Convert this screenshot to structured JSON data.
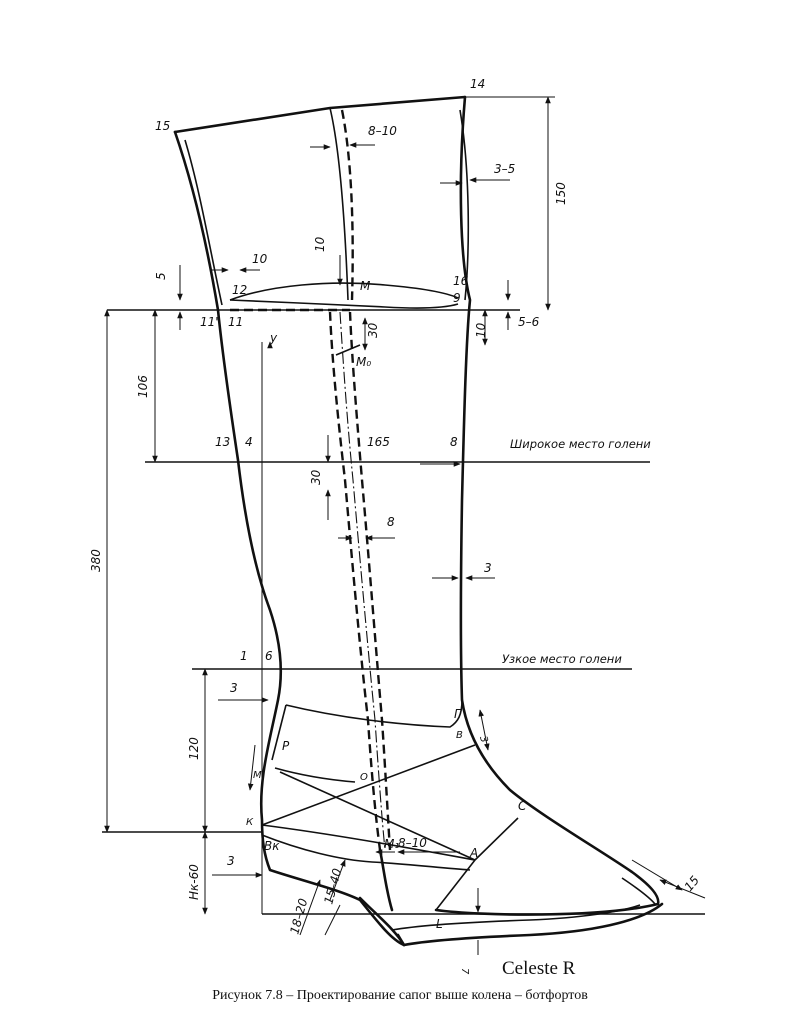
{
  "caption": "Рисунок 7.8 – Проектирование сапог выше колена – ботфортов",
  "author": "Celeste R",
  "zone_labels": {
    "wide_calf": "Широкое место голени",
    "narrow_calf": "Узкое место голени"
  },
  "point_labels": {
    "p14": "14",
    "p15": "15",
    "p16": "16",
    "p9": "9",
    "p12": "12",
    "p11a": "11'",
    "p11b": "11",
    "pM": "M",
    "pM0": "M₀",
    "p13": "13",
    "p4": "4",
    "p8": "8",
    "p1": "1",
    "p6": "6",
    "pG": "Г",
    "pB": "В",
    "pP": "P",
    "pM1": "M",
    "pO": "O",
    "pK": "К",
    "pVk": "Вк",
    "pC": "C",
    "pA": "A",
    "pL": "L",
    "pM2": "M₁",
    "pY": "y"
  },
  "dimensions": {
    "d8_10_top": "8–10",
    "d3_5": "3–5",
    "d150": "150",
    "d10_vert": "10",
    "d10_horiz": "10",
    "d5": "5",
    "d5_6": "5–6",
    "d10_right": "10",
    "d30_top": "30",
    "d106": "106",
    "d165": "165",
    "d30_mid": "30",
    "d8": "8",
    "d3_calf": "3",
    "d380": "380",
    "d3_heel": "3",
    "d120": "120",
    "d3_vamp": "3",
    "d3_bottom": "3",
    "dHk60": "Нк-60",
    "d8_10_low": "8–10",
    "d15_toe": "15",
    "d18_20": "18–20",
    "d15_40": "15–40",
    "d7": "7"
  }
}
